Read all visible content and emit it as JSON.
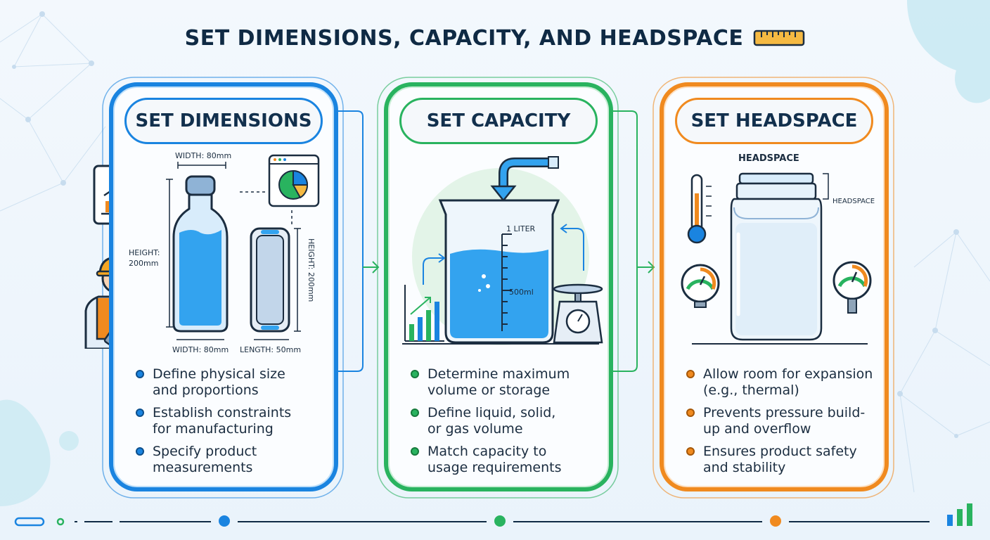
{
  "title": "SET DIMENSIONS, CAPACITY, AND HEADSPACE",
  "colors": {
    "blue": "#1a84e0",
    "green": "#29b35f",
    "orange": "#f08a1f",
    "text": "#0f2a44"
  },
  "icons": [
    "ruler-icon",
    "bar-chart-icon",
    "pie-chart-icon",
    "engineer-icon",
    "caliper-icon",
    "bottle-icon",
    "container-icon",
    "beaker-icon",
    "arrow-down-icon",
    "scale-icon",
    "thermometer-icon",
    "pressure-gauge-icon",
    "jar-icon"
  ],
  "panels": {
    "dimensions": {
      "heading": "SET DIMENSIONS",
      "labels": {
        "width_top": "WIDTH: 80mm",
        "height_left_1": "HEIGHT:",
        "height_left_2": "200mm",
        "height_right": "HEIGHT: 200mm",
        "width_bottom": "WIDTH: 80mm",
        "length_bottom": "LENGTH: 50mm"
      },
      "bullets": [
        {
          "line1": "Define physical size",
          "line2": "and proportions"
        },
        {
          "line1": "Establish constraints",
          "line2": "for manufacturing"
        },
        {
          "line1": "Specify product",
          "line2": "measurements"
        }
      ]
    },
    "capacity": {
      "heading": "SET CAPACITY",
      "labels": {
        "liter": "1 LITER",
        "half": "500ml"
      },
      "bullets": [
        {
          "line1": "Determine maximum",
          "line2": "volume or storage"
        },
        {
          "line1": "Define liquid, solid,",
          "line2": "or gas volume"
        },
        {
          "line1": "Match capacity to",
          "line2": "usage requirements"
        }
      ]
    },
    "headspace": {
      "heading": "SET HEADSPACE",
      "labels": {
        "top": "HEADSPACE",
        "side": "HEADSPACE"
      },
      "bullets": [
        {
          "line1": "Allow room for expansion",
          "line2": "(e.g., thermal)"
        },
        {
          "line1": "Prevents pressure build-",
          "line2": "up and overflow"
        },
        {
          "line1": "Ensures product safety",
          "line2": "and stability"
        }
      ]
    }
  }
}
